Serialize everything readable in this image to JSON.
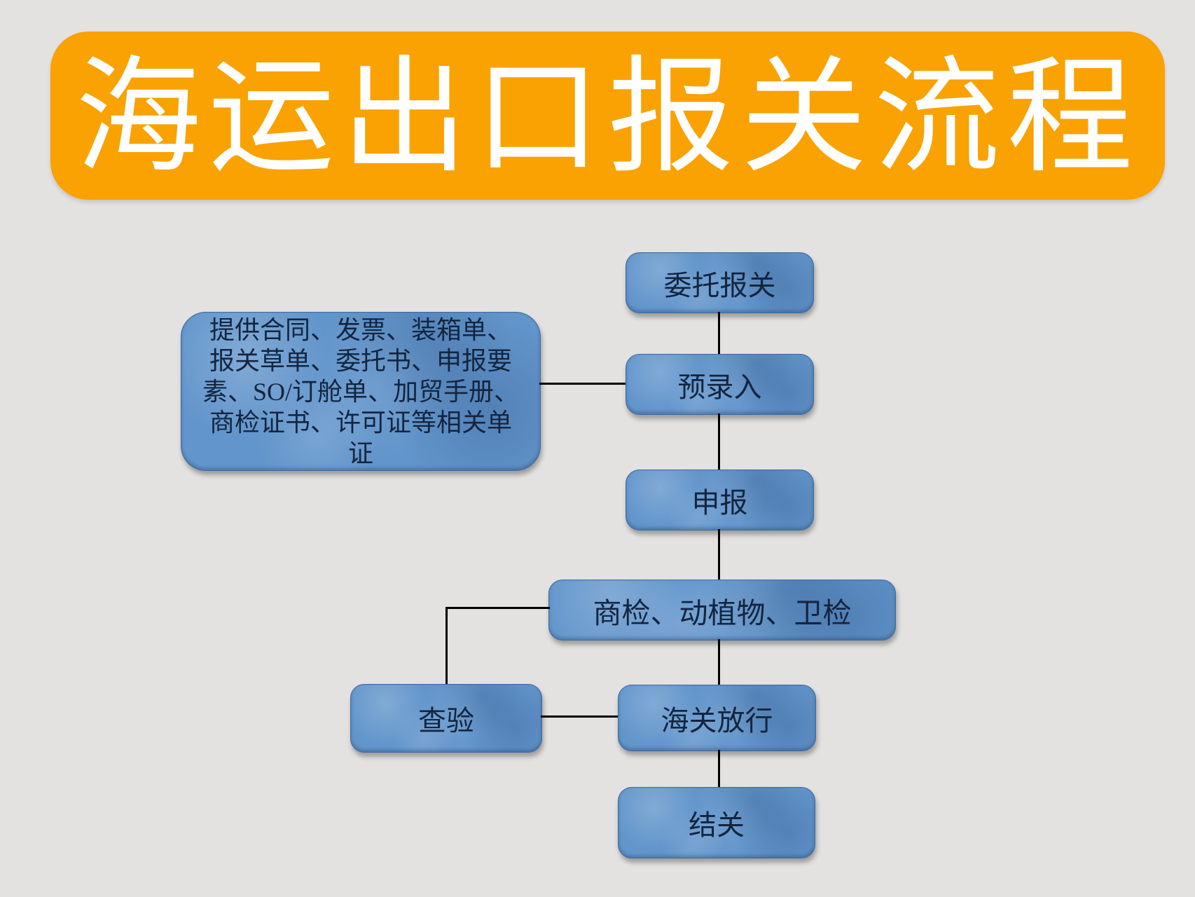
{
  "title": "海运出口报关流程",
  "colors": {
    "background": "#e3e2e0",
    "banner": "#f9a201",
    "banner_text": "#ffffff",
    "node_fill": "#6295cb",
    "node_border": "#3e6ba1",
    "node_text": "#132540",
    "connector": "#000000"
  },
  "nodes": {
    "entrust": {
      "label": "委托报关"
    },
    "pre_entry": {
      "label": "预录入"
    },
    "documents": {
      "lines": [
        "提供合同、发票、装箱单、",
        "报关草单、委托书、申报要",
        "素、SO/订舱单、加贸手册、",
        "商检证书、许可证等相关单",
        "证"
      ]
    },
    "declare": {
      "label": "申报"
    },
    "inspections": {
      "label": "商检、动植物、卫检"
    },
    "examination": {
      "label": "查验"
    },
    "release": {
      "label": "海关放行"
    },
    "clearance": {
      "label": "结关"
    }
  }
}
